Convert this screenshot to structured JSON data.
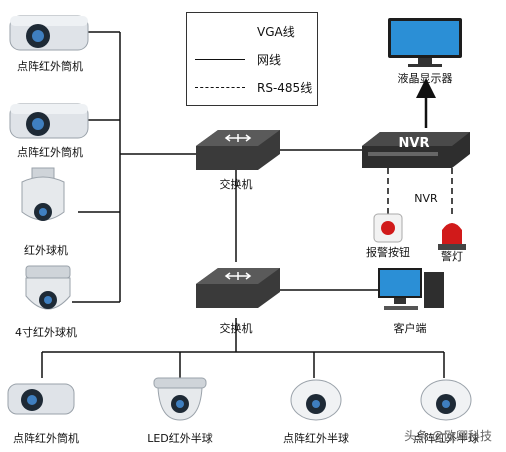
{
  "legend": {
    "vga": "VGA线",
    "network": "网线",
    "rs485": "RS-485线"
  },
  "cameras_left": [
    {
      "label": "点阵红外筒机"
    },
    {
      "label": "点阵红外筒机"
    },
    {
      "label": "红外球机"
    },
    {
      "label": "4寸红外球机"
    }
  ],
  "switch_top": {
    "label": "交换机"
  },
  "switch_bottom": {
    "label": "交换机"
  },
  "nvr": {
    "face_text": "NVR",
    "label": "NVR"
  },
  "monitor": {
    "label": "液晶显示器"
  },
  "alarm_button": {
    "label": "报警按钮"
  },
  "warning_light": {
    "label": "警灯"
  },
  "client": {
    "label": "客户端"
  },
  "cameras_bottom": [
    {
      "label": "点阵红外筒机"
    },
    {
      "label": "LED红外半球"
    },
    {
      "label": "点阵红外半球"
    },
    {
      "label": "点阵红外半球"
    }
  ],
  "watermark": "头条 @欧卿科技",
  "colors": {
    "line": "#111111",
    "switch_body": "#3a3a3a",
    "nvr_body": "#2e2e2e",
    "monitor_screen": "#2b8fd6",
    "warning_red": "#d11a1a"
  }
}
